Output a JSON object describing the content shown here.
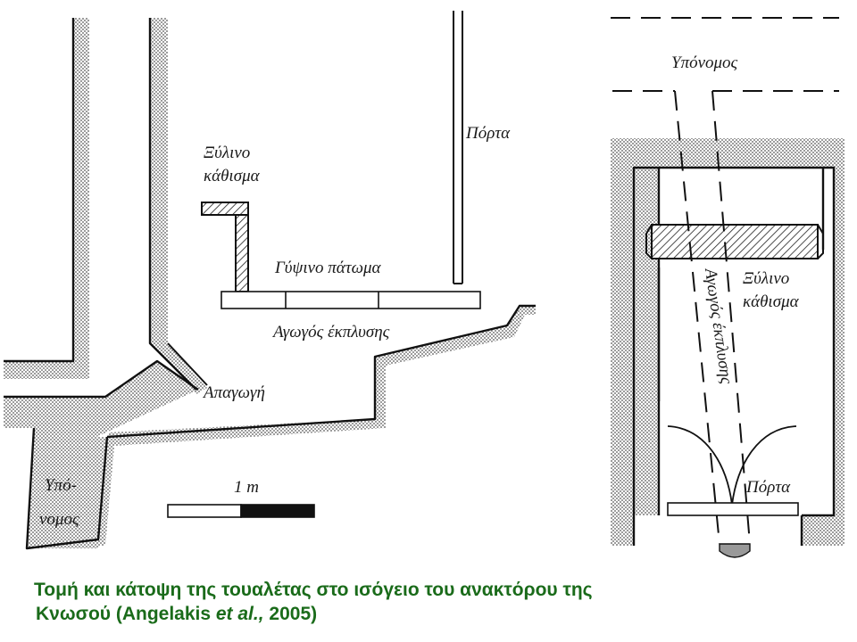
{
  "diagram": {
    "labels": {
      "wooden_seat": [
        "Ξύλινο",
        "κάθισμα"
      ],
      "gypsum_floor": "Γύψινο πάτωμα",
      "door_left": "Πόρτα",
      "flush_channel": "Αγωγός έκπλυσης",
      "drain": "Απαγωγή",
      "sewer_left": [
        "Υπό-",
        "νομος"
      ],
      "scale": "1 m",
      "sewer_right": "Υπόνομος",
      "wooden_seat_right": [
        "Ξύλινο",
        "κάθισμα"
      ],
      "flush_channel_right": "Αγωγός έκπλυσης",
      "door_right": "Πόρτα"
    }
  },
  "caption": {
    "line1": "Τομή και κάτοψη της τουαλέτας στο ισόγειο του ανακτόρου της",
    "line2_prefix": "Κνωσού (Angelakis ",
    "line2_italic": "et al.,",
    "line2_suffix": " 2005)",
    "color": "#1a6b1a"
  }
}
